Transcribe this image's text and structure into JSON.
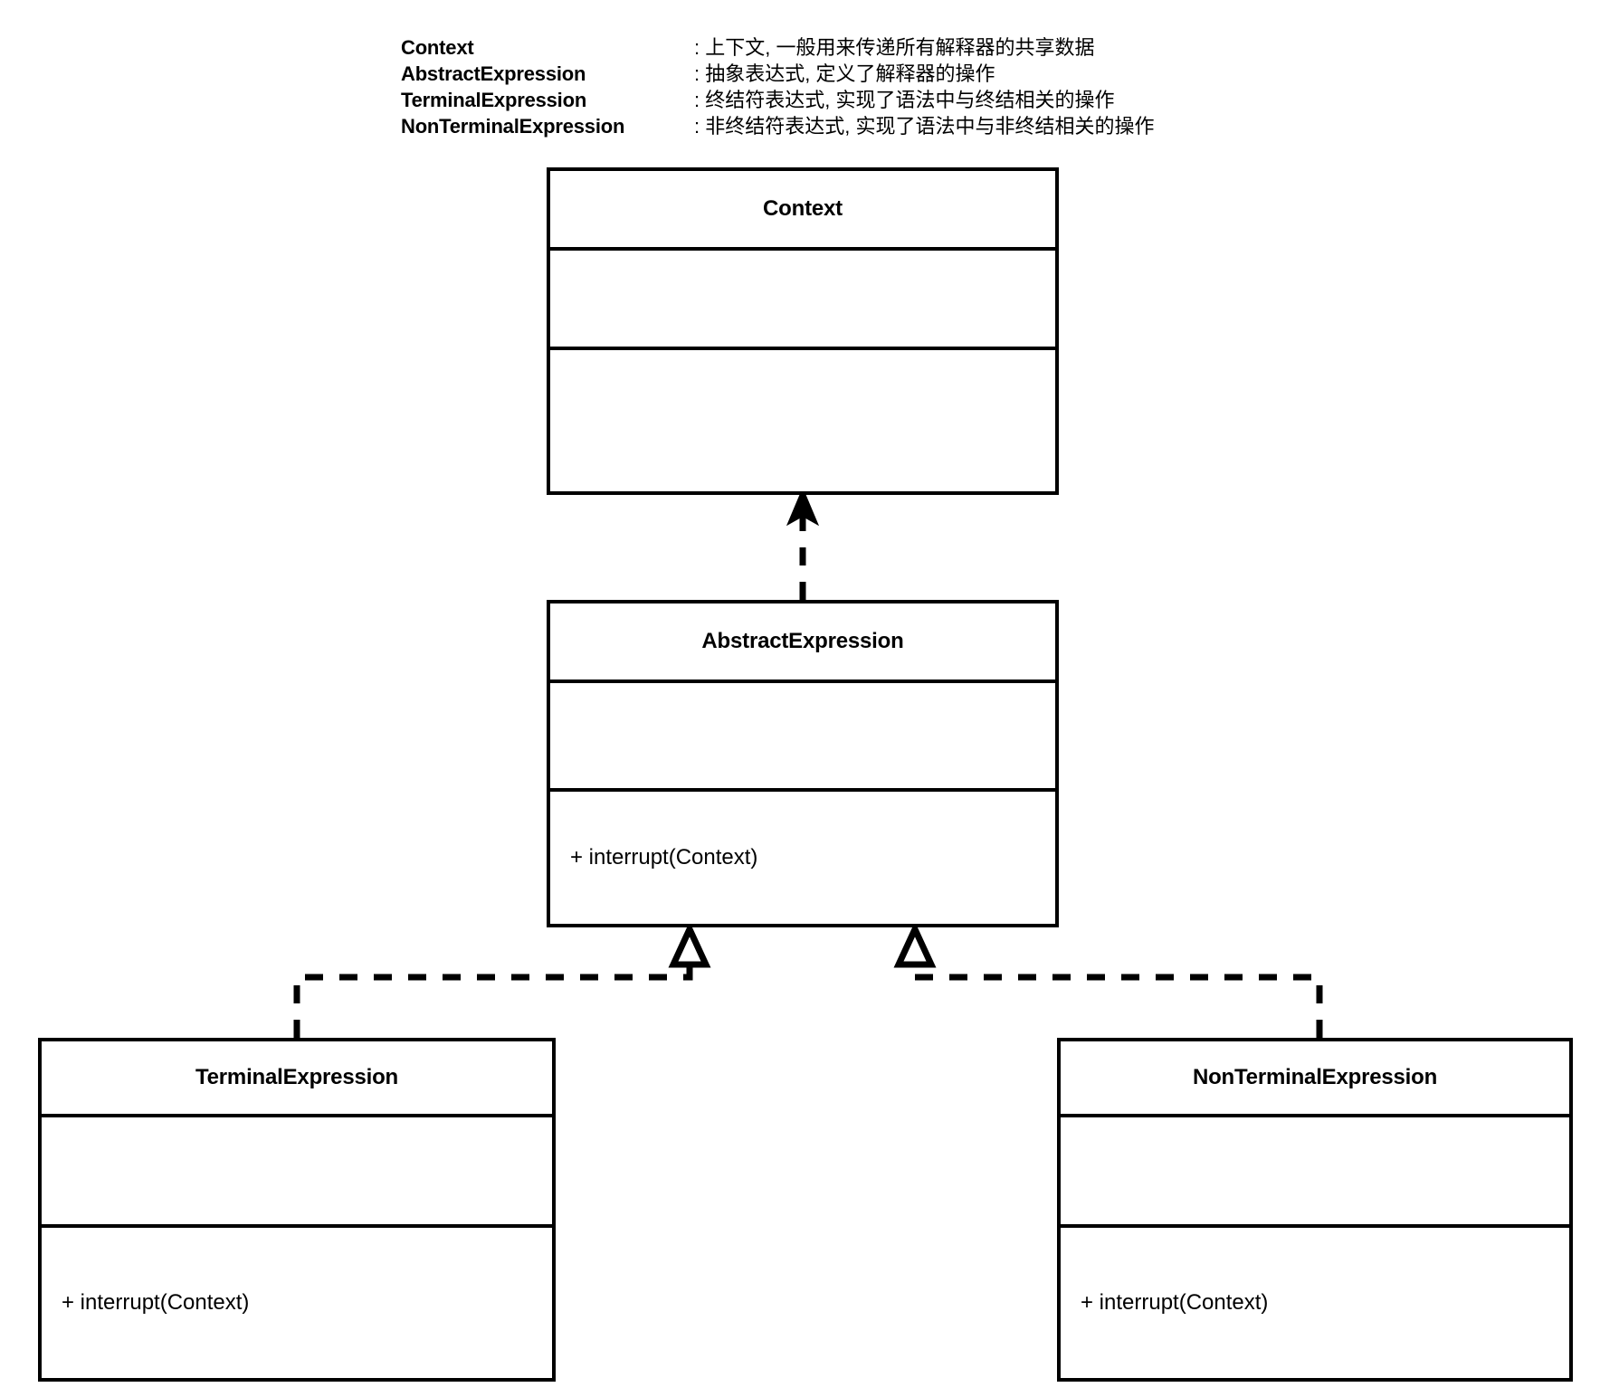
{
  "legend": {
    "rows": [
      {
        "name": "Context",
        "desc": ": 上下文, 一般用来传递所有解释器的共享数据"
      },
      {
        "name": "AbstractExpression",
        "desc": ": 抽象表达式, 定义了解释器的操作"
      },
      {
        "name": "TerminalExpression",
        "desc": ": 终结符表达式, 实现了语法中与终结相关的操作"
      },
      {
        "name": "NonTerminalExpression",
        "desc": ": 非终结符表达式, 实现了语法中与非终结相关的操作"
      }
    ]
  },
  "classes": {
    "context": {
      "title": "Context",
      "attributes": "",
      "operations": ""
    },
    "abstract_expression": {
      "title": "AbstractExpression",
      "attributes": "",
      "operations": "+ interrupt(Context)"
    },
    "terminal_expression": {
      "title": "TerminalExpression",
      "attributes": "",
      "operations": "+ interrupt(Context)"
    },
    "nonterminal_expression": {
      "title": "NonTerminalExpression",
      "attributes": "",
      "operations": "+ interrupt(Context)"
    }
  },
  "relations": [
    {
      "name": "abstract-to-context-dependency",
      "from": "AbstractExpression",
      "to": "Context",
      "style": "dashed",
      "arrow": "filled-open-arrow"
    },
    {
      "name": "terminal-to-abstract-realization",
      "from": "TerminalExpression",
      "to": "AbstractExpression",
      "style": "dashed",
      "arrow": "hollow-triangle"
    },
    {
      "name": "nonterminal-to-abstract-realization",
      "from": "NonTerminalExpression",
      "to": "AbstractExpression",
      "style": "dashed",
      "arrow": "hollow-triangle"
    }
  ],
  "colors": {
    "stroke": "#000000",
    "background": "#ffffff",
    "text": "#000000"
  }
}
